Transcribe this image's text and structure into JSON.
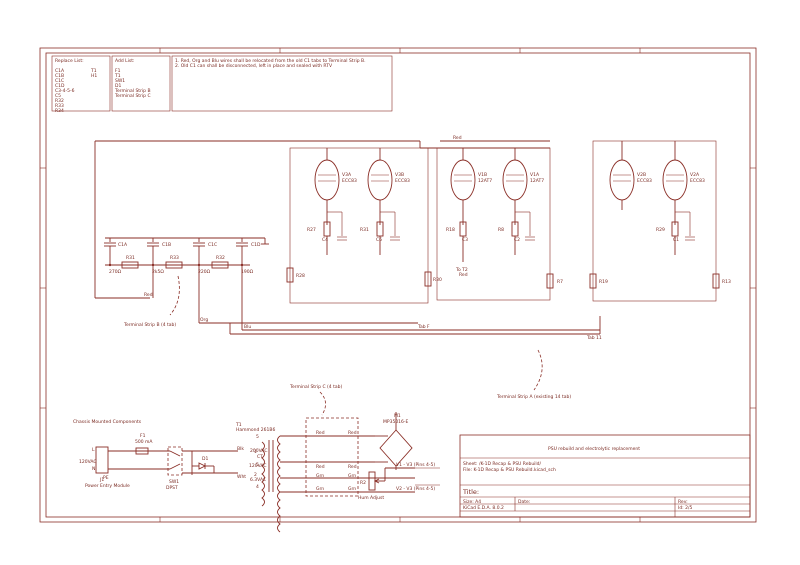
{
  "notes": {
    "replace_list_header": "Replace List:",
    "replace_list": [
      "C1A",
      "C1B",
      "C1C",
      "C1D",
      "C3-4-5-6",
      "C5",
      "R32",
      "R33",
      "R34"
    ],
    "replace_codes": [
      "T1",
      "H1"
    ],
    "add_list_header": "Add List:",
    "add_list": [
      "F1",
      "T1",
      "SW1",
      "D1",
      "Terminal Strip B",
      "Terminal Strip C"
    ],
    "instruction_1": "1. Red, Org and Blu wires shall be relocated from the old C1 tabs to Terminal Strip B.",
    "instruction_2": "2. Old C1 can shall be disconnected, left in place and sealed with RTV"
  },
  "wires": {
    "red_top": "Red",
    "red_lower": "Red",
    "org": "Org",
    "blu": "Blu",
    "tab_f": "Tab F",
    "tab_11": "Tab 11",
    "to_t2": "To T2",
    "red_t2": "Red"
  },
  "terminal_strips": {
    "strip_b": "Terminal Strip B (4 tab)",
    "strip_a": "Terminal Strip A (existing 14 tab)",
    "strip_c": "Terminal Strip C (4 tab)"
  },
  "caps_upper": [
    {
      "ref": "C1A"
    },
    {
      "ref": "C1B"
    },
    {
      "ref": "C1C"
    },
    {
      "ref": "C1D"
    }
  ],
  "resistors_chain": [
    {
      "ref": "R31",
      "val": "270Ω"
    },
    {
      "ref": "R33",
      "val": "2k5Ω"
    },
    {
      "ref": "R32",
      "val": "220Ω"
    }
  ],
  "res_labels": {
    "r31val": "270Ω",
    "r33val": "2k5Ω",
    "c1cval": "220Ω",
    "r34val": "190Ω"
  },
  "tubes": [
    {
      "ref": "V3A",
      "type": "ECC83"
    },
    {
      "ref": "V3B",
      "type": "ECC83"
    },
    {
      "ref": "V1B",
      "type": "12AT7"
    },
    {
      "ref": "V1A",
      "type": "12AT7"
    },
    {
      "ref": "V2B",
      "type": "ECC83"
    },
    {
      "ref": "V2A",
      "type": "ECC83"
    }
  ],
  "section_parts": {
    "r27": "R27",
    "c4": "C4",
    "r31b": "R31",
    "c6": "C6",
    "r18": "R18",
    "c3": "C3",
    "r8": "R8",
    "c2": "C2",
    "r28": "R28",
    "r30": "R30",
    "r7": "R7",
    "r19": "R19",
    "r13": "R13",
    "r29": "R29",
    "c1": "C1"
  },
  "chassis": {
    "title": "Chassis Mounted Components",
    "l": "L",
    "n": "N",
    "pe": "PE",
    "vac": "120VAC",
    "j1": "J1",
    "module": "Power Entry Module",
    "f1": "F1",
    "f1_val": "500 mA",
    "sw1": "SW1",
    "sw1_type": "DPST",
    "d1": "D1"
  },
  "transformer": {
    "ref": "T1",
    "part": "Hammond 261B6",
    "pin5a": "5",
    "vac200": "200VAC",
    "ct": "CT",
    "pin5b": "5",
    "vac63": "6.3VAC",
    "pin4": "4",
    "pin1": "1",
    "vac120": "120VAC",
    "pin2": "2",
    "blk": "Blk",
    "wht": "Wht",
    "red1": "Red",
    "red2": "Red",
    "grn1": "Grn",
    "grn2": "Grn",
    "red3": "Red",
    "red4": "Red",
    "grn3": "Grn",
    "grn4": "Grn"
  },
  "bridge": {
    "ref": "M1",
    "part": "MP35016-E",
    "v1": "V1 - V3 (Pins 4-5)",
    "v2": "V2 - V3 (Pins 4-5)",
    "hum_ref": "R2",
    "hum": "Hum Adjust"
  },
  "title_block": {
    "heading": "PSU rebuild and electrolytic replacement",
    "sheet": "Sheet: /K-1D Recap & PSU Rebuild/",
    "file": "File: K-1D Recap & PSU Rebuild.kicad_sch",
    "title_label": "Title:",
    "size": "Size: A4",
    "date": "Date:",
    "rev": "Rev:",
    "kicad": "KiCad E.D.A. 8.0.2",
    "id": "Id: 2/5"
  }
}
